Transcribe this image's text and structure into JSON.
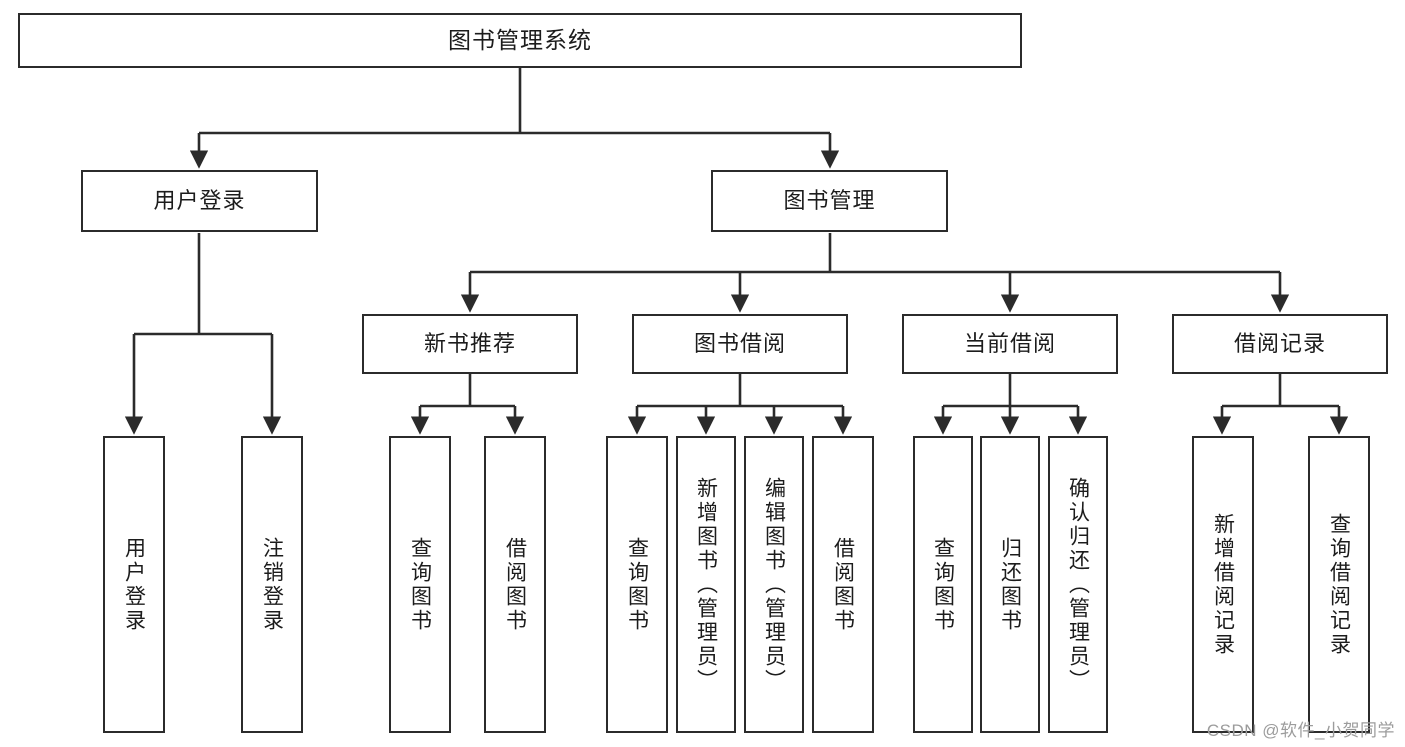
{
  "diagram": {
    "type": "hierarchy-tree",
    "title": "图书管理系统",
    "watermark": "CSDN @软件_小贺同学",
    "colors": {
      "box_border": "#2b2b2b",
      "box_fill": "#ffffff",
      "edge": "#2b2b2b",
      "text": "#1c1c1c",
      "watermark": "#9c9c9c"
    },
    "levels": {
      "root": {
        "label": "图书管理系统"
      },
      "level2": [
        {
          "label": "用户登录"
        },
        {
          "label": "图书管理"
        }
      ],
      "level3": [
        {
          "label": "新书推荐"
        },
        {
          "label": "图书借阅"
        },
        {
          "label": "当前借阅"
        },
        {
          "label": "借阅记录"
        }
      ]
    },
    "leaves": {
      "user_login": [
        {
          "label": "用户登录"
        },
        {
          "label": "注销登录"
        }
      ],
      "new_book_recommend": [
        {
          "label": "查询图书"
        },
        {
          "label": "借阅图书"
        }
      ],
      "book_borrow": [
        {
          "label": "查询图书"
        },
        {
          "label": "新增图书（管理员）"
        },
        {
          "label": "编辑图书（管理员）"
        },
        {
          "label": "借阅图书"
        }
      ],
      "current_borrow": [
        {
          "label": "查询图书"
        },
        {
          "label": "归还图书"
        },
        {
          "label": "确认归还（管理员）"
        }
      ],
      "borrow_record": [
        {
          "label": "新增借阅记录"
        },
        {
          "label": "查询借阅记录"
        }
      ]
    }
  }
}
